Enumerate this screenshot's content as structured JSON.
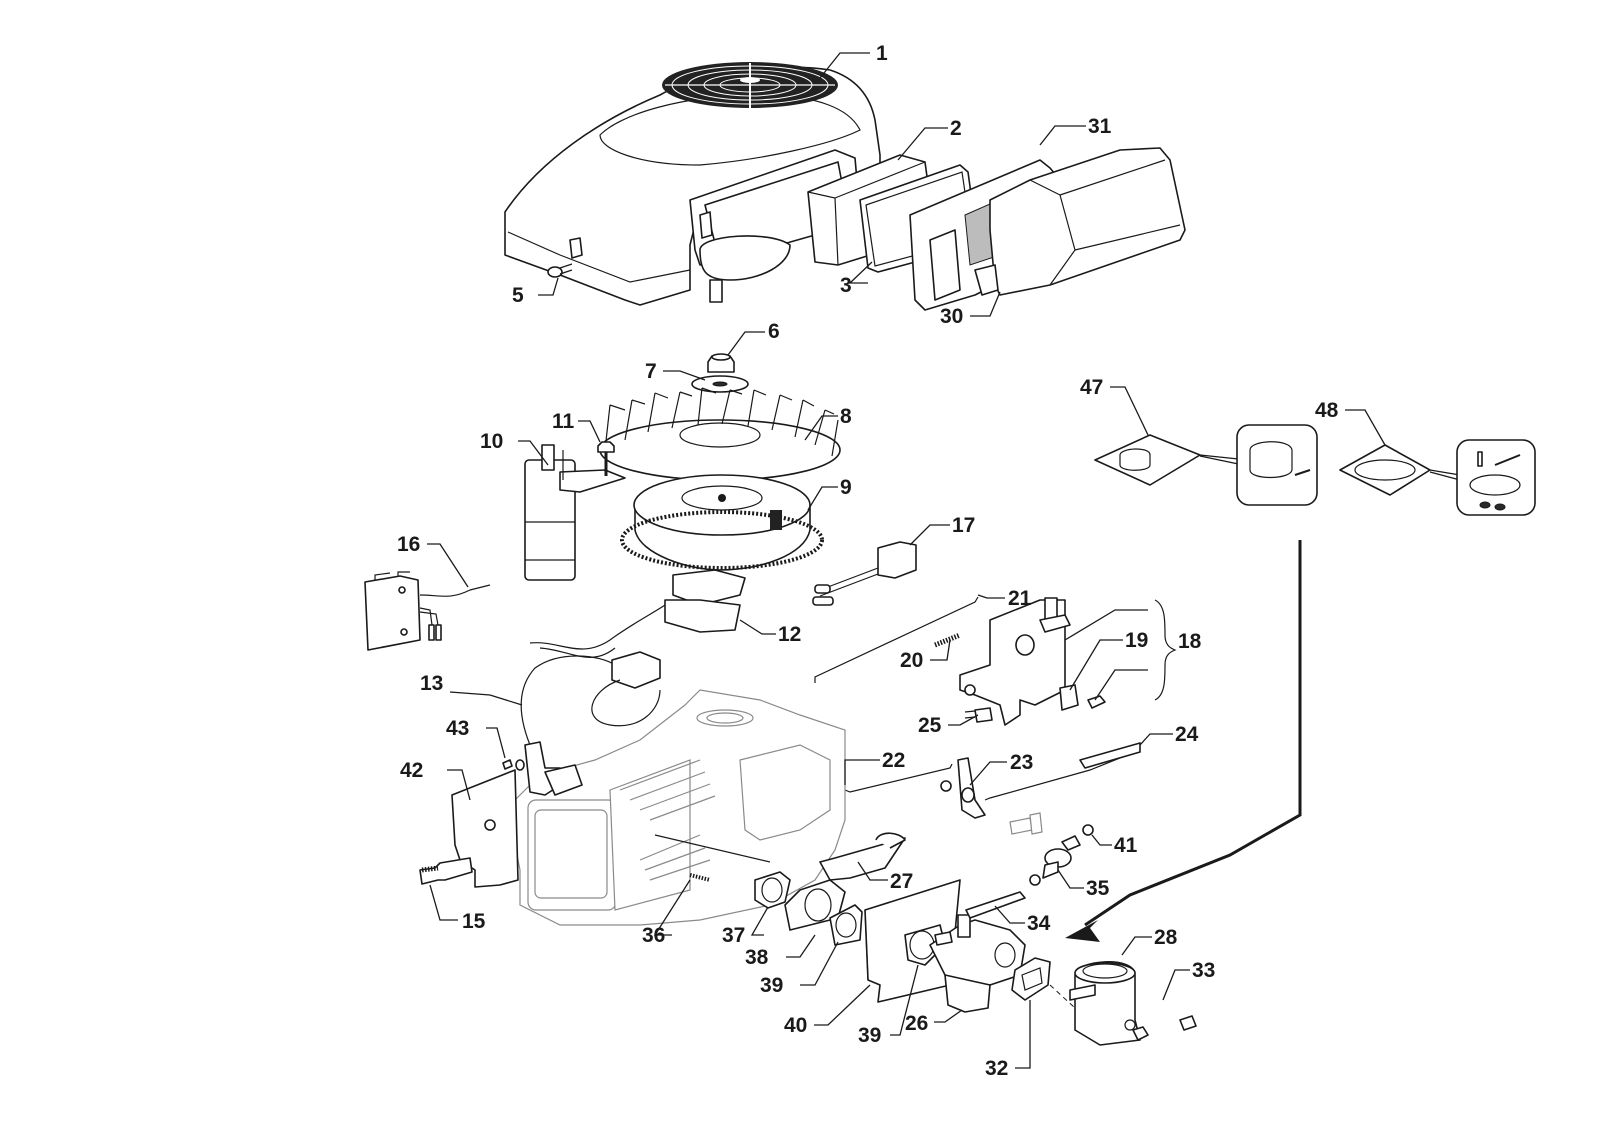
{
  "diagram": {
    "type": "exploded-parts-diagram",
    "subject": "engine assembly",
    "callouts": [
      {
        "id": "c1",
        "label": "1",
        "part": "blower-housing"
      },
      {
        "id": "c2",
        "label": "2",
        "part": "air-filter-element"
      },
      {
        "id": "c3",
        "label": "3",
        "part": "pre-filter"
      },
      {
        "id": "c5",
        "label": "5",
        "part": "screw"
      },
      {
        "id": "c6",
        "label": "6",
        "part": "flywheel-nut"
      },
      {
        "id": "c7",
        "label": "7",
        "part": "washer-plate"
      },
      {
        "id": "c8",
        "label": "8",
        "part": "fan"
      },
      {
        "id": "c9",
        "label": "9",
        "part": "flywheel"
      },
      {
        "id": "c10",
        "label": "10",
        "part": "starter-motor"
      },
      {
        "id": "c11",
        "label": "11",
        "part": "bolt"
      },
      {
        "id": "c12",
        "label": "12",
        "part": "alternator-coil"
      },
      {
        "id": "c13",
        "label": "13",
        "part": "ignition-coil"
      },
      {
        "id": "c15",
        "label": "15",
        "part": "spark-plug"
      },
      {
        "id": "c16",
        "label": "16",
        "part": "regulator"
      },
      {
        "id": "c17",
        "label": "17",
        "part": "solenoid"
      },
      {
        "id": "c18",
        "label": "18",
        "part": "control-bracket-assembly"
      },
      {
        "id": "c19",
        "label": "19",
        "part": "clip"
      },
      {
        "id": "c20",
        "label": "20",
        "part": "spring"
      },
      {
        "id": "c21",
        "label": "21",
        "part": "linkage-rod"
      },
      {
        "id": "c22",
        "label": "22",
        "part": "throttle-rod"
      },
      {
        "id": "c23",
        "label": "23",
        "part": "governor-arm"
      },
      {
        "id": "c24",
        "label": "24",
        "part": "choke-rod"
      },
      {
        "id": "c25",
        "label": "25",
        "part": "bolt"
      },
      {
        "id": "c26",
        "label": "26",
        "part": "carburetor"
      },
      {
        "id": "c27",
        "label": "27",
        "part": "breather-hose"
      },
      {
        "id": "c28",
        "label": "28",
        "part": "air-intake-elbow"
      },
      {
        "id": "c30",
        "label": "30",
        "part": "air-filter-cover"
      },
      {
        "id": "c31",
        "label": "31",
        "part": "air-filter-base"
      },
      {
        "id": "c32",
        "label": "32",
        "part": "gasket"
      },
      {
        "id": "c33",
        "label": "33",
        "part": "nut"
      },
      {
        "id": "c34",
        "label": "34",
        "part": "fuel-hose"
      },
      {
        "id": "c35",
        "label": "35",
        "part": "fuel-filter"
      },
      {
        "id": "c36",
        "label": "36",
        "part": "stud"
      },
      {
        "id": "c37",
        "label": "37",
        "part": "gasket"
      },
      {
        "id": "c38",
        "label": "38",
        "part": "insulator"
      },
      {
        "id": "c39a",
        "label": "39",
        "part": "gasket"
      },
      {
        "id": "c39b",
        "label": "39",
        "part": "gasket"
      },
      {
        "id": "c40",
        "label": "40",
        "part": "heat-shield"
      },
      {
        "id": "c41",
        "label": "41",
        "part": "hose-clamp"
      },
      {
        "id": "c42",
        "label": "42",
        "part": "bracket"
      },
      {
        "id": "c43",
        "label": "43",
        "part": "screw"
      },
      {
        "id": "c47",
        "label": "47",
        "part": "kit-bag"
      },
      {
        "id": "c48",
        "label": "48",
        "part": "kit-bag"
      }
    ]
  },
  "colors": {
    "line": "#1a1a1a",
    "background": "#ffffff",
    "engine_block": "#8a8a8a",
    "mesh": "#bcbcbc"
  }
}
